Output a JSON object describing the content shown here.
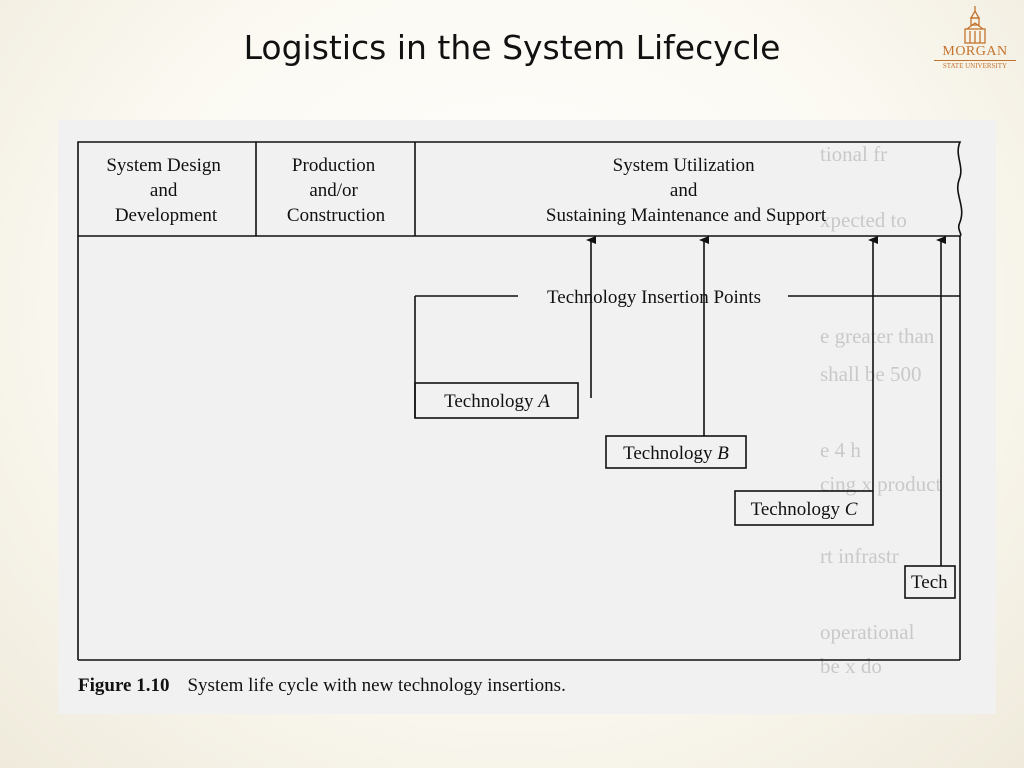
{
  "slide": {
    "title": "Logistics in the System Lifecycle",
    "logo": {
      "name": "MORGAN",
      "subtitle": "STATE UNIVERSITY",
      "color": "#c4732d"
    }
  },
  "diagram": {
    "phases": [
      {
        "lines": [
          "System Design",
          "and",
          "Development"
        ]
      },
      {
        "lines": [
          "Production",
          "and/or",
          "Construction"
        ]
      },
      {
        "lines": [
          "System Utilization",
          "and",
          "Sustaining Maintenance and Support"
        ]
      }
    ],
    "insertion_label": "Technology Insertion Points",
    "technologies": [
      {
        "prefix": "Technology ",
        "letter": "A"
      },
      {
        "prefix": "Technology ",
        "letter": "B"
      },
      {
        "prefix": "Technology ",
        "letter": "C"
      },
      {
        "prefix": "Tech",
        "letter": ""
      }
    ],
    "caption": {
      "figure": "Figure 1.10",
      "text": "System life cycle with new technology insertions."
    }
  }
}
